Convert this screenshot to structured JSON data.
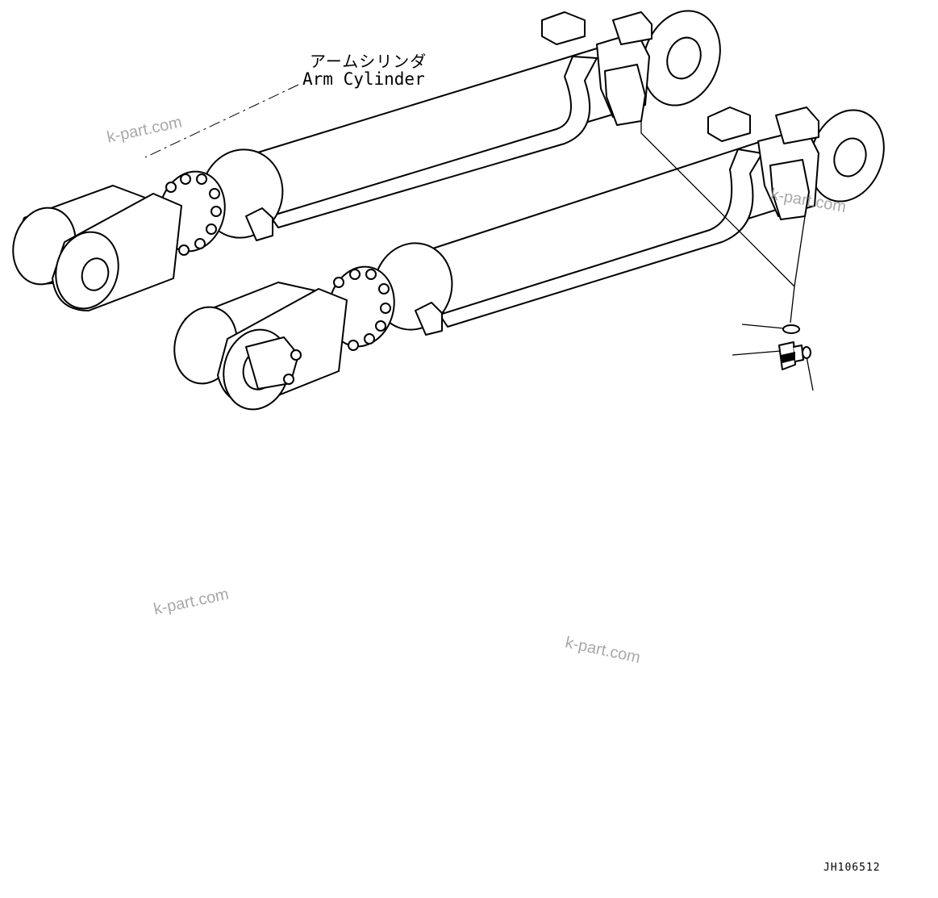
{
  "labels": {
    "title_jp": "アームシリンダ",
    "title_en": "Arm Cylinder",
    "drawing_id": "JH106512"
  },
  "watermarks": [
    "k-part.com",
    "k-part.com",
    "k-part.com",
    "k-part.com"
  ],
  "colors": {
    "line": "#000000",
    "background": "#ffffff",
    "watermark": "#9a9a9a"
  }
}
